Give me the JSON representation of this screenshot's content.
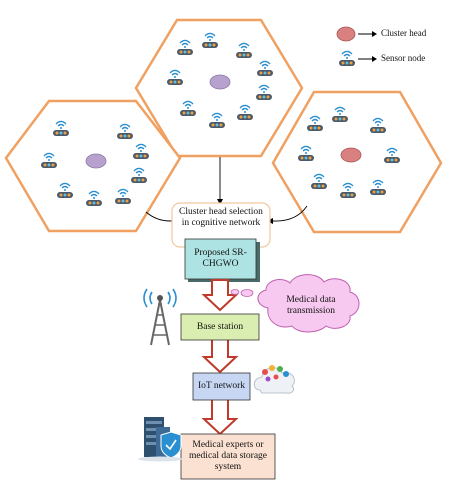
{
  "legend": {
    "cluster_head": "Cluster head",
    "sensor_node": "Sensor node"
  },
  "flow": {
    "chs_line1": "Cluster head selection",
    "chs_line2": "in cognitive network",
    "proposed_line1": "Proposed SR-",
    "proposed_line2": "CHGWO",
    "cloud_line1": "Medical data",
    "cloud_line2": "transmission",
    "base_station": "Base station",
    "iot_network": "IoT network",
    "experts_line1": "Medical experts or",
    "experts_line2": "medical data storage",
    "experts_line3": "system"
  },
  "colors": {
    "hexagon_border": "#f0a060",
    "cluster_head_left": "#b7a2cf",
    "cluster_head_top": "#b7a2cf",
    "cluster_head_right": "#d98080",
    "proposed_box": "#aee3e3",
    "base_station_box": "#d9eeb0",
    "iot_box": "#c7d6f3",
    "experts_box": "#fbe1d1",
    "arrow_outline": "#c0392b",
    "cloud_fill": "#f7c8f0",
    "cloud_border": "#c060b0"
  },
  "icons": {
    "sensor": "wifi-sensor-node-icon",
    "tower": "radio-tower-icon",
    "cloud": "iot-cloud-icon",
    "server": "server-shield-icon"
  }
}
